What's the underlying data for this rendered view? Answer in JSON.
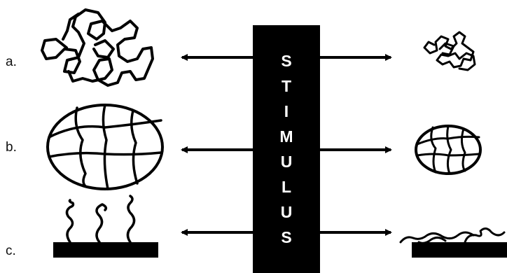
{
  "rows": [
    {
      "label": "a.",
      "left_item": "expanded polymer coil",
      "right_item": "collapsed polymer coil"
    },
    {
      "label": "b.",
      "left_item": "swollen crosslinked network",
      "right_item": "shrunken crosslinked network"
    },
    {
      "label": "c.",
      "left_item": "extended surface-grafted chains",
      "right_item": "collapsed surface-grafted chains"
    }
  ],
  "stimulus": {
    "letters": [
      "S",
      "T",
      "I",
      "M",
      "U",
      "L",
      "U",
      "S"
    ]
  },
  "colors": {
    "ink": "#000000",
    "background": "#ffffff",
    "stimulus_text": "#ffffff"
  }
}
